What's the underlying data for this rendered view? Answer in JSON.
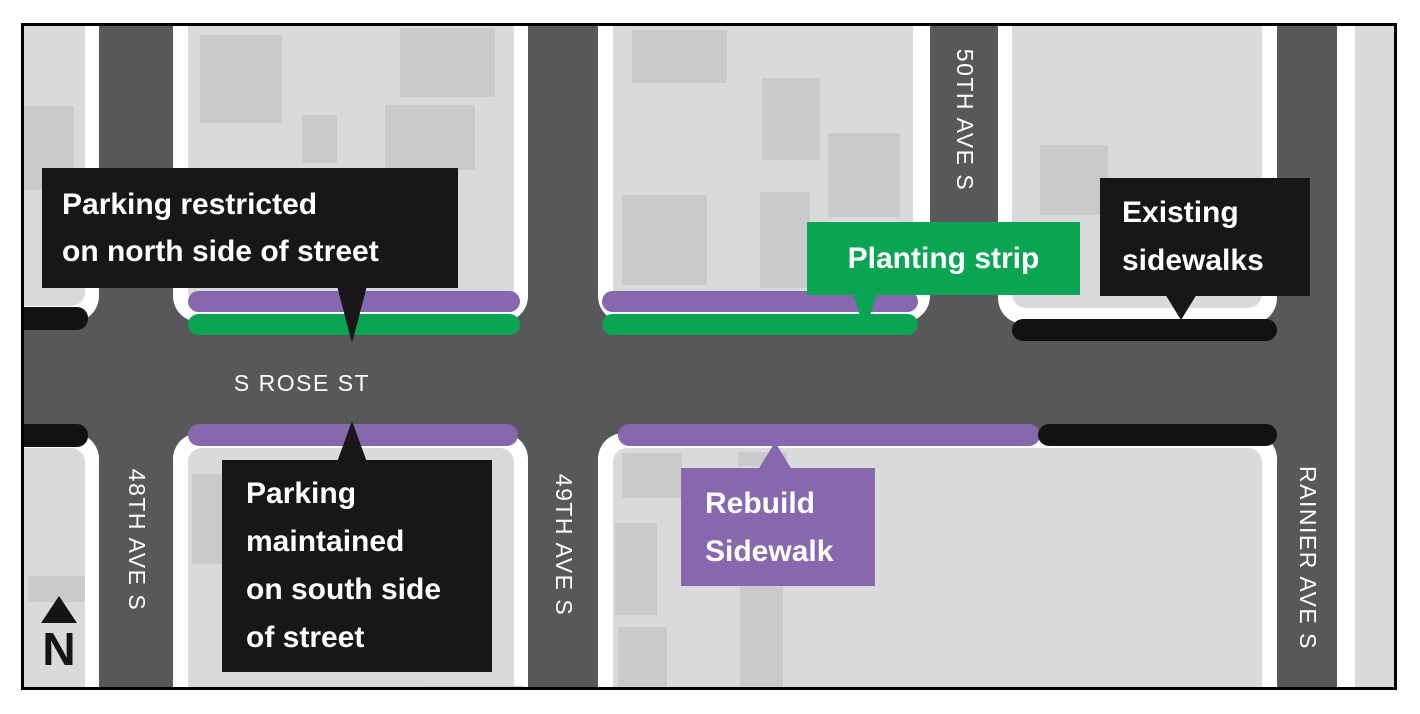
{
  "streets": {
    "rose": "S ROSE ST",
    "ave48": "48TH AVE S",
    "ave49": "49TH AVE S",
    "ave50": "50TH AVE S",
    "rainier": "RAINIER AVE S"
  },
  "callouts": {
    "parking_restricted": {
      "text": "Parking restricted\non north side of street",
      "bg": "#19161a"
    },
    "planting_strip": {
      "text": "Planting strip",
      "bg": "#09a553"
    },
    "existing_sidewalks": {
      "text": "Existing\nsidewalks",
      "bg": "#19161a"
    },
    "parking_maintained": {
      "text": "Parking\nmaintained\non south side\nof street",
      "bg": "#19161a"
    },
    "rebuild_sidewalk": {
      "text": "Rebuild\nSidewalk",
      "bg": "#8768af"
    }
  },
  "legend_colors": {
    "rebuild_sidewalk": "#8768af",
    "planting_strip": "#09a553",
    "existing_sidewalk": "#141114",
    "road": "#58585a",
    "block": "#d9dadb"
  },
  "compass": {
    "label": "N"
  }
}
